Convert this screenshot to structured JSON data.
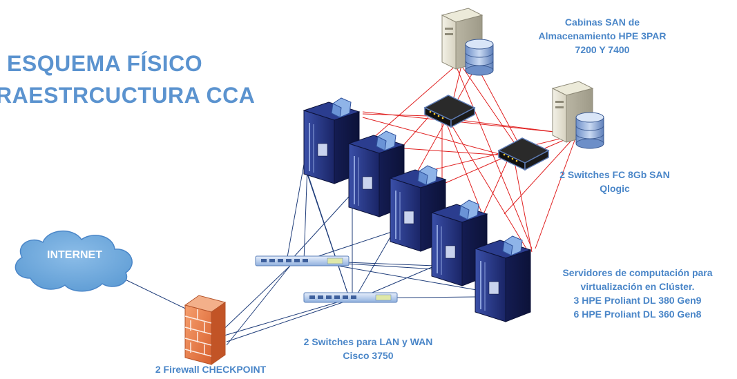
{
  "title": {
    "line1": "ESQUEMA FÍSICO",
    "line2": "RAESTRCUCTURA CCA"
  },
  "labels": {
    "san_storage": [
      "Cabinas SAN de",
      "Almacenamiento HPE 3PAR",
      "7200 Y 7400"
    ],
    "fc_switches": [
      "2 Switches FC 8Gb SAN",
      "Qlogic"
    ],
    "servers": [
      "Servidores de computación para",
      "virtualización en Clúster.",
      "3 HPE Proliant DL 380 Gen9",
      "6 HPE Proliant DL 360 Gen8"
    ],
    "lan_switches": [
      "2 Switches para LAN y WAN",
      "Cisco 3750"
    ],
    "firewall": "2 Firewall CHECKPOINT",
    "internet": "INTERNET"
  },
  "colors": {
    "title": "#5b93cf",
    "label": "#4a86c8",
    "san_links": "#e02020",
    "lan_links": "#1f3d7a",
    "cloud": "#6fa8dc",
    "server_body": "#1c2a6e",
    "firewall": "#e8794a"
  },
  "icons": {
    "storage": "storage-server-icon",
    "fc_switch": "fc-switch-icon",
    "server": "rack-server-icon",
    "lan_switch": "lan-switch-icon",
    "firewall": "firewall-icon",
    "cloud": "cloud-icon"
  }
}
